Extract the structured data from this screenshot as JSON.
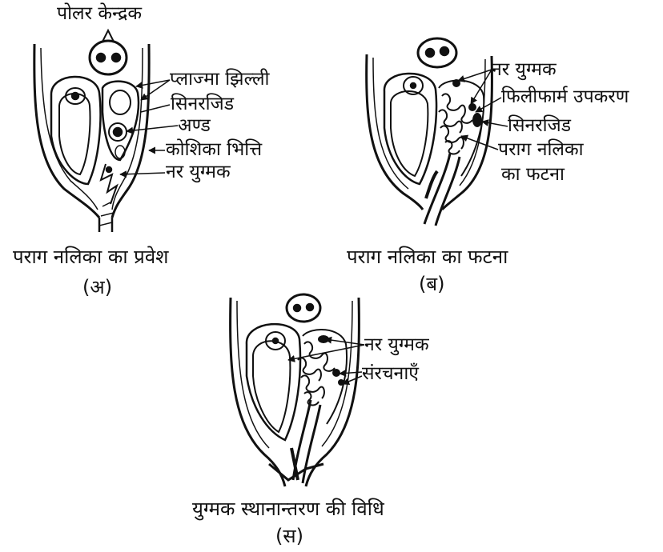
{
  "colors": {
    "ink": "#111111",
    "paper": "#ffffff"
  },
  "panel_a": {
    "labels": {
      "polar_nuclei": "पोलर केन्द्रक",
      "plasma_membrane": "प्लाज्मा झिल्ली",
      "synergid": "सिनरजिड",
      "egg": "अण्ड",
      "cell_wall": "कोशिका भित्ति",
      "male_gamete": "नर युग्मक"
    },
    "caption": "पराग नलिका का प्रवेश",
    "letter": "(अ)"
  },
  "panel_b": {
    "labels": {
      "male_gamete": "नर युग्मक",
      "filiform_apparatus": "फिलीफार्म उपकरण",
      "synergid": "सिनरजिड",
      "pollen_tube_line1": "पराग नलिका",
      "pollen_tube_line2": "का फटना"
    },
    "caption": "पराग नलिका का फटना",
    "letter": "(ब)"
  },
  "panel_c": {
    "labels": {
      "male_gamete": "नर युग्मक",
      "structures": "संरचनाएँ"
    },
    "caption": "युग्मक स्थानान्तरण की विधि",
    "letter": "(स)"
  }
}
